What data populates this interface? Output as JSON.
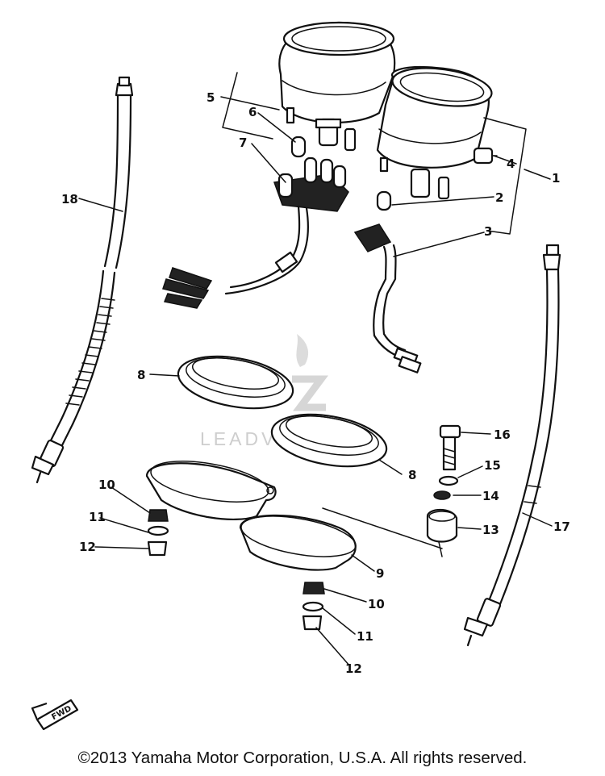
{
  "diagram": {
    "callouts": [
      "1",
      "2",
      "3",
      "4",
      "5",
      "6",
      "7",
      "8",
      "8",
      "9",
      "10",
      "10",
      "11",
      "11",
      "12",
      "12",
      "13",
      "14",
      "15",
      "16",
      "17",
      "18"
    ],
    "watermark": "LEADVENTURE",
    "fwd_label": "FWD"
  },
  "footer": {
    "copyright": "©2013 Yamaha Motor Corporation, U.S.A. All rights reserved."
  }
}
